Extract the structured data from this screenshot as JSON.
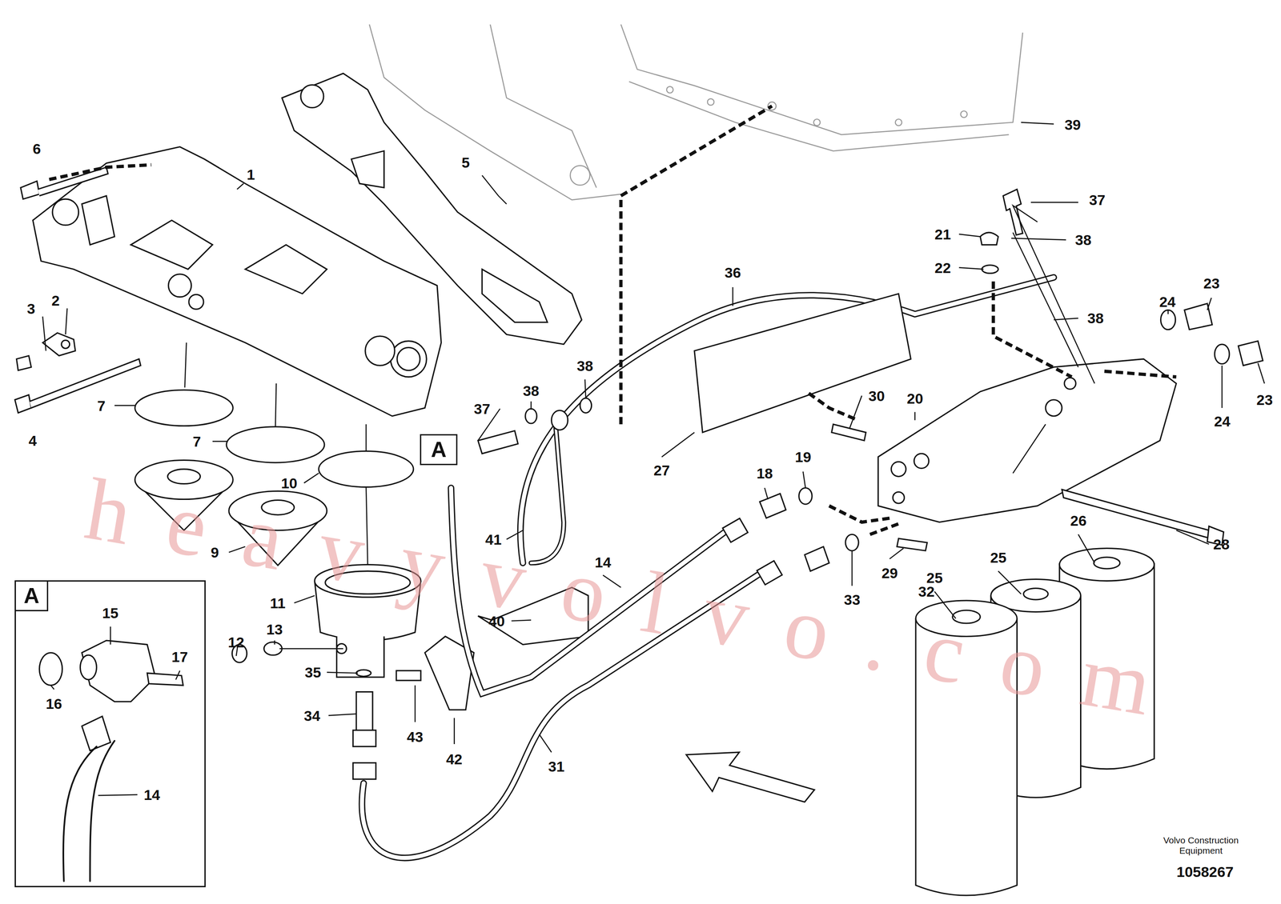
{
  "diagram": {
    "nodes": [
      {
        "text": [
          "A"
        ]
      },
      {
        "text": [
          "A"
        ]
      }
    ],
    "labels": [
      "6",
      "1",
      "5",
      "39",
      "37",
      "21",
      "38",
      "22",
      "36",
      "2",
      "3",
      "24",
      "23",
      "38",
      "38",
      "38",
      "37",
      "30",
      "20",
      "7",
      "4",
      "7",
      "23",
      "24",
      "19",
      "18",
      "27",
      "10",
      "26",
      "41",
      "28",
      "9",
      "14",
      "25",
      "29",
      "25",
      "32",
      "33",
      "11",
      "40",
      "13",
      "12",
      "35",
      "34",
      "43",
      "42",
      "31",
      "15",
      "17",
      "16",
      "14",
      "heavyvolvo.com",
      "Volvo Construction Equipment",
      "1058267"
    ]
  }
}
